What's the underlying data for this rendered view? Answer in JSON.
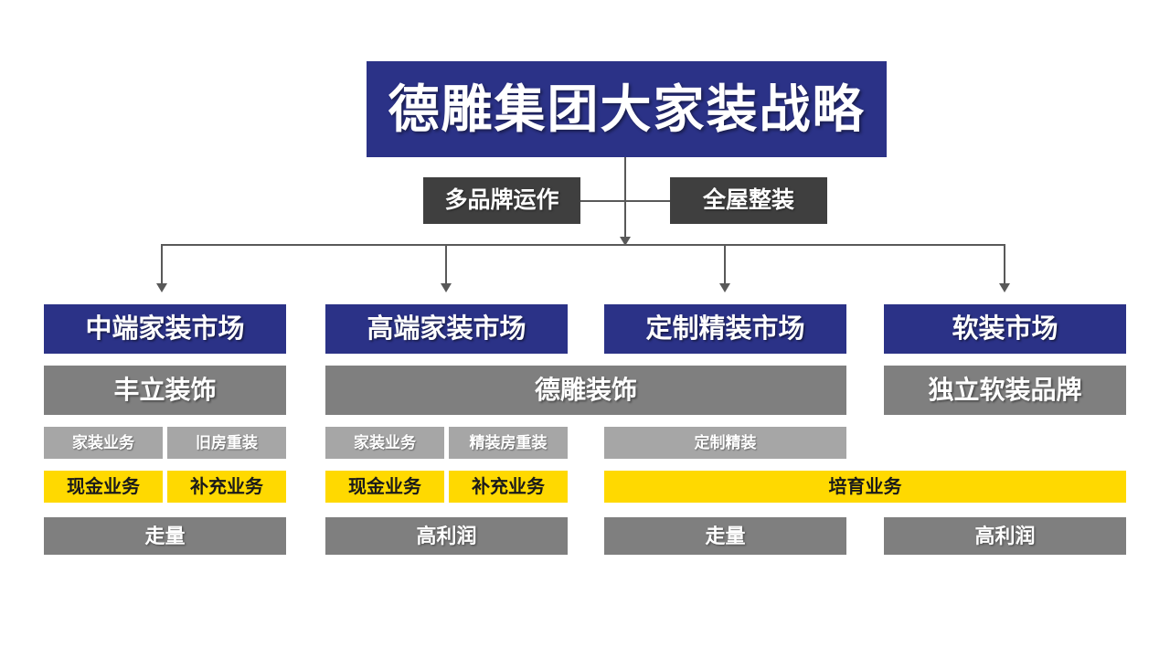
{
  "title": {
    "text": "德雕集团大家装战略",
    "bg_color": "#2b3287",
    "text_color": "#ffffff"
  },
  "strategy_tags": [
    {
      "label": "多品牌运作",
      "bg_color": "#3f3f3f"
    },
    {
      "label": "全屋整装",
      "bg_color": "#3f3f3f"
    }
  ],
  "columns": [
    {
      "market": "中端家装市场",
      "brand": "丰立装饰",
      "sub_cells": [
        "家装业务",
        "旧房重装"
      ],
      "yellow_cells": [
        "现金业务",
        "补充业务"
      ],
      "outcome": "走量"
    },
    {
      "market": "高端家装市场",
      "brand": "德雕装饰",
      "sub_cells": [
        "家装业务",
        "精装房重装"
      ],
      "yellow_cells": [
        "现金业务",
        "补充业务"
      ],
      "outcome": "高利润"
    },
    {
      "market": "定制精装市场",
      "brand": "德雕装饰",
      "sub_cells": [
        "定制精装"
      ],
      "yellow_cells": [
        "培育业务"
      ],
      "outcome": "走量"
    },
    {
      "market": "软装市场",
      "brand": "独立软装品牌",
      "sub_cells": [],
      "yellow_cells": [
        "培育业务"
      ],
      "outcome": "高利润"
    }
  ],
  "merged_cells": {
    "brand_span_2_3": "德雕装饰",
    "yellow_span_3_4": "培育业务"
  },
  "palette": {
    "navy": "#2b3287",
    "dark_gray": "#3f3f3f",
    "mid_gray": "#7f7f7f",
    "light_gray": "#a6a6a6",
    "yellow": "#ffd900",
    "connector": "#595959",
    "background": "#ffffff"
  }
}
